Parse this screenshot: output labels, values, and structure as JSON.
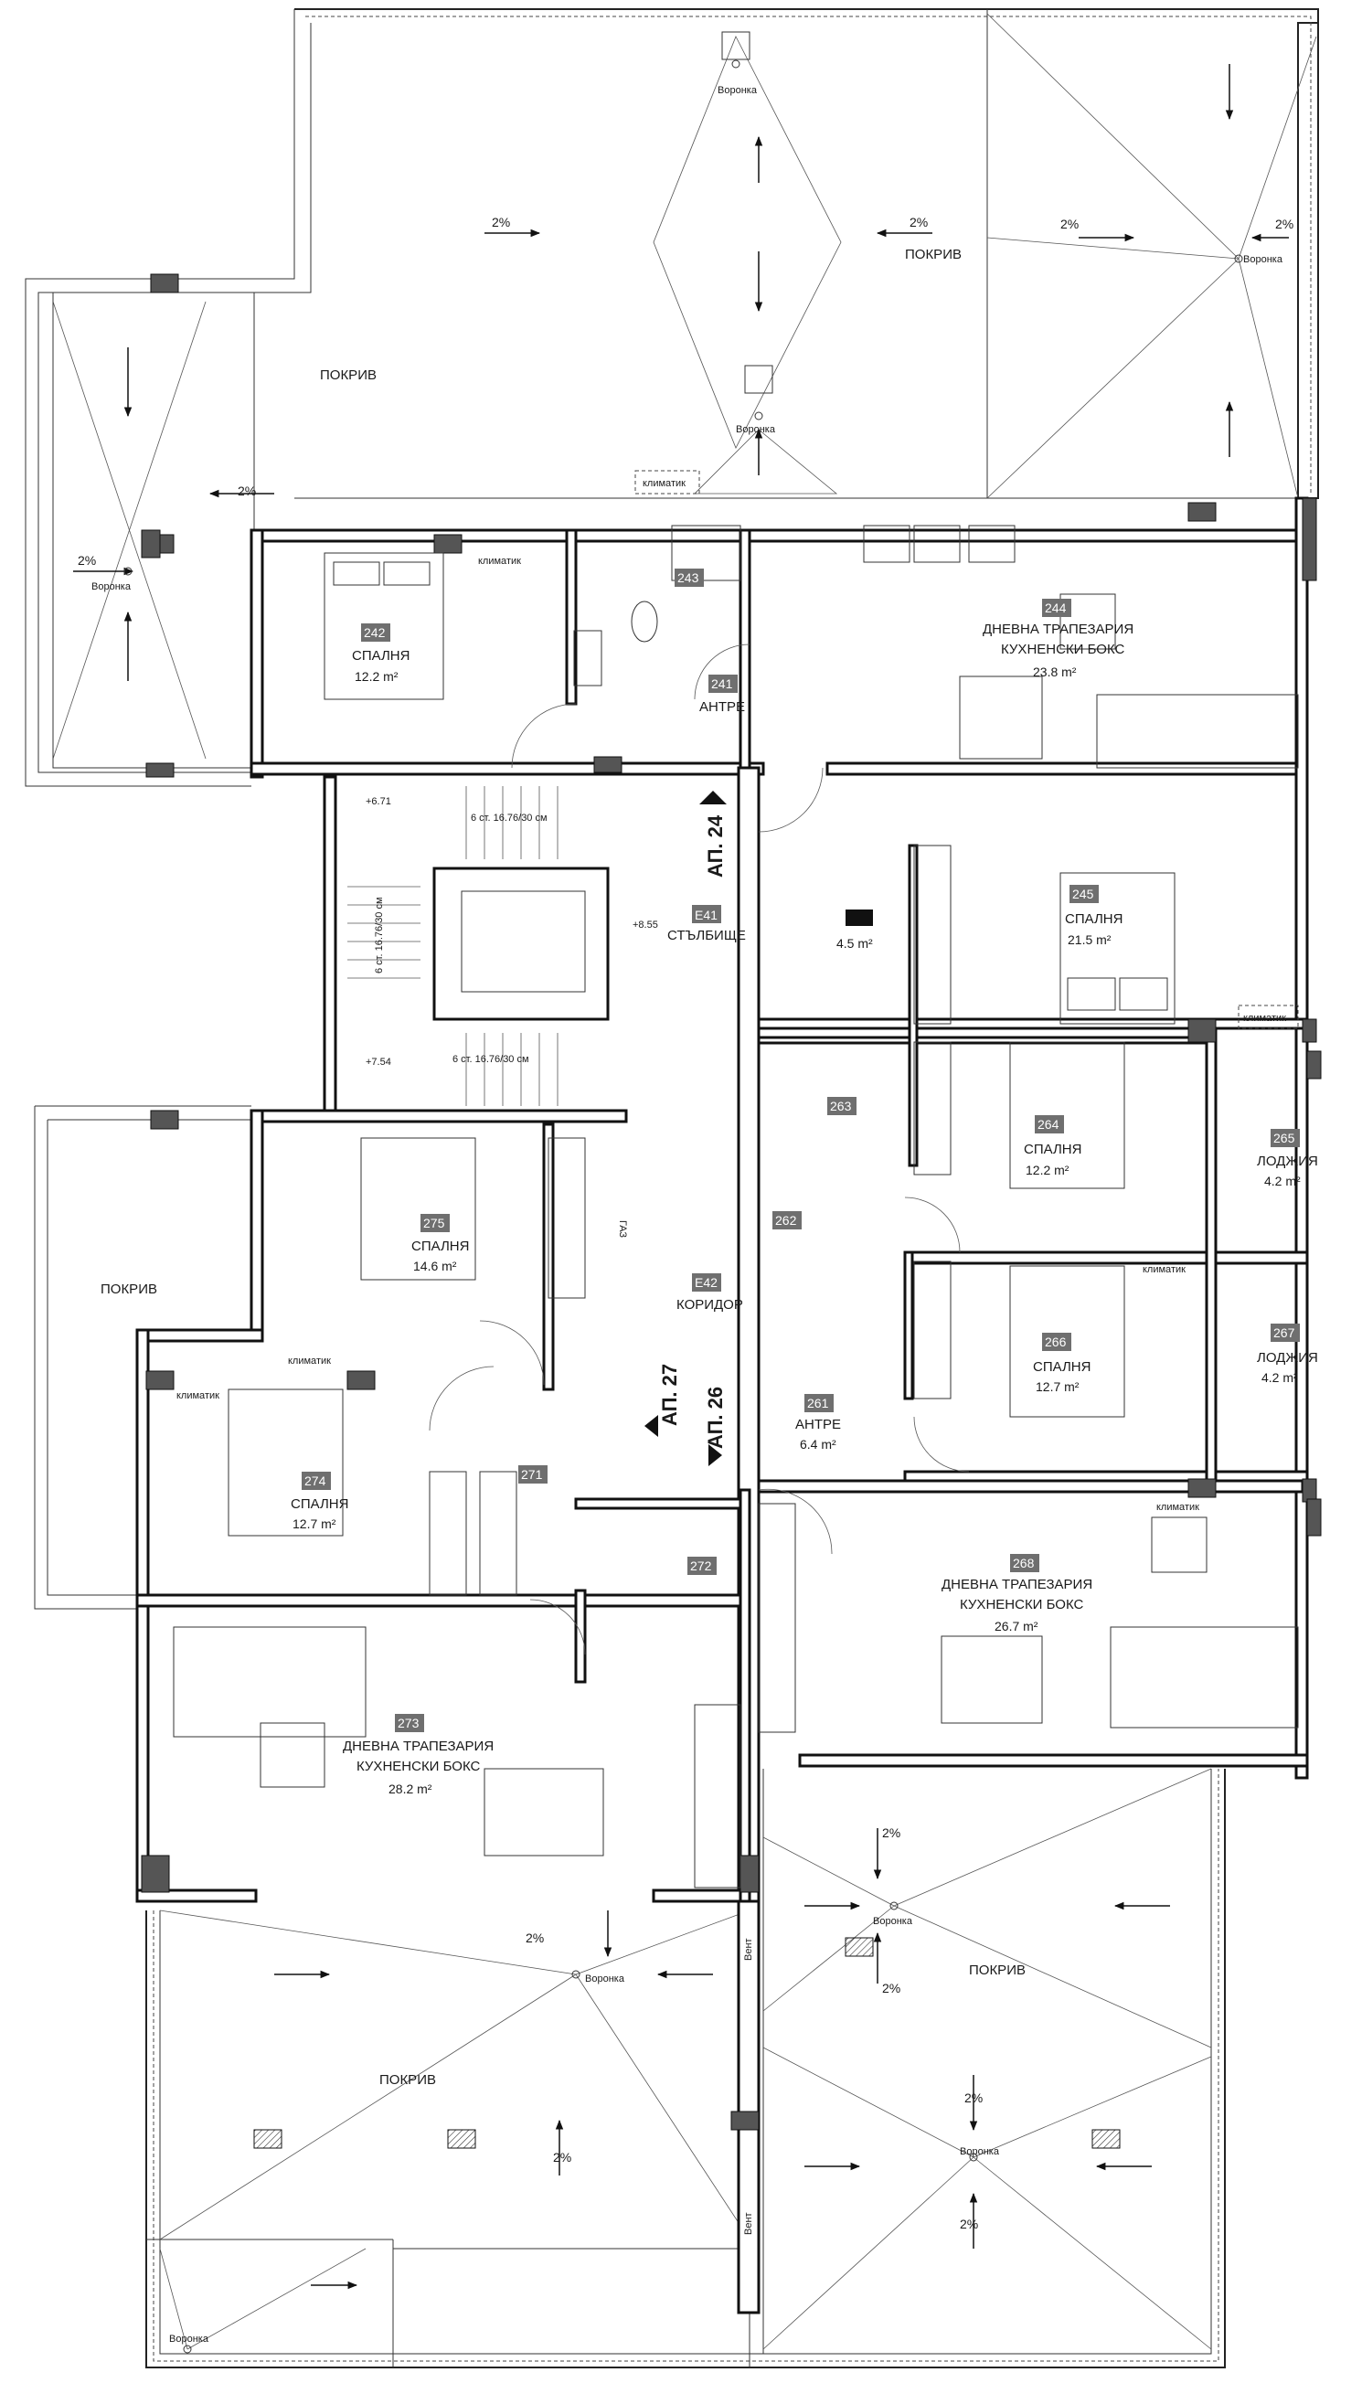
{
  "plan": {
    "roof_labels": [
      {
        "id": "roof-top-left",
        "text": "ПОКРИВ"
      },
      {
        "id": "roof-top-right",
        "text": "ПОКРИВ"
      },
      {
        "id": "roof-left",
        "text": "ПОКРИВ"
      },
      {
        "id": "roof-bottom-left",
        "text": "ПОКРИВ"
      },
      {
        "id": "roof-bottom-right",
        "text": "ПОКРИВ"
      }
    ],
    "slope_text": "2%",
    "drain_text": "Воронка",
    "ac_text": "климатик",
    "gas_text": "ГАЗ",
    "vent_text": "Вент",
    "apartments": [
      {
        "id": "ap24",
        "text": "АП. 24"
      },
      {
        "id": "ap26",
        "text": "АП. 26"
      },
      {
        "id": "ap27",
        "text": "АП. 27"
      }
    ],
    "stair": {
      "tag": "E41",
      "name": "СТЪЛБИЩЕ",
      "levels": [
        "+6.71",
        "+8.55",
        "+7.54"
      ],
      "steps_top": "6 ст. 16.76/30 см",
      "steps_mid": "6 ст. 16.76/30 см",
      "steps_bottom": "6 ст. 16.76/30 см"
    },
    "corridor": {
      "tag": "E42",
      "name": "КОРИДОР"
    },
    "rooms": [
      {
        "id": "r242",
        "tag": "242",
        "name": "СПАЛНЯ",
        "area": "12.2 m²"
      },
      {
        "id": "r243",
        "tag": "243",
        "name": "",
        "area": ""
      },
      {
        "id": "r241",
        "tag": "241",
        "name": "АНТРЕ",
        "area": ""
      },
      {
        "id": "r244",
        "tag": "244",
        "name": "ДНЕВНА ТРАПЕЗАРИЯ",
        "name2": "КУХНЕНСКИ БОКС",
        "area": "23.8 m²"
      },
      {
        "id": "r245",
        "tag": "245",
        "name": "СПАЛНЯ",
        "area": "21.5 m²"
      },
      {
        "id": "rbath45",
        "tag": "",
        "name": "",
        "area": "4.5 m²"
      },
      {
        "id": "r263",
        "tag": "263",
        "name": "",
        "area": ""
      },
      {
        "id": "r262",
        "tag": "262",
        "name": "",
        "area": ""
      },
      {
        "id": "r264",
        "tag": "264",
        "name": "СПАЛНЯ",
        "area": "12.2 m²"
      },
      {
        "id": "r265",
        "tag": "265",
        "name": "ЛОДЖИЯ",
        "area": "4.2 m²"
      },
      {
        "id": "r266",
        "tag": "266",
        "name": "СПАЛНЯ",
        "area": "12.7 m²"
      },
      {
        "id": "r267",
        "tag": "267",
        "name": "ЛОДЖИЯ",
        "area": "4.2 m²"
      },
      {
        "id": "r261",
        "tag": "261",
        "name": "АНТРЕ",
        "area": "6.4 m²"
      },
      {
        "id": "r268",
        "tag": "268",
        "name": "ДНЕВНА ТРАПЕЗАРИЯ",
        "name2": "КУХНЕНСКИ БОКС",
        "area": "26.7 m²"
      },
      {
        "id": "r275",
        "tag": "275",
        "name": "СПАЛНЯ",
        "area": "14.6 m²"
      },
      {
        "id": "r274",
        "tag": "274",
        "name": "СПАЛНЯ",
        "area": "12.7 m²"
      },
      {
        "id": "r271",
        "tag": "271",
        "name": "",
        "area": ""
      },
      {
        "id": "r272",
        "tag": "272",
        "name": "",
        "area": ""
      },
      {
        "id": "r273",
        "tag": "273",
        "name": "ДНЕВНА ТРАПЕЗАРИЯ",
        "name2": "КУХНЕНСКИ БОКС",
        "area": "28.2 m²"
      }
    ]
  }
}
